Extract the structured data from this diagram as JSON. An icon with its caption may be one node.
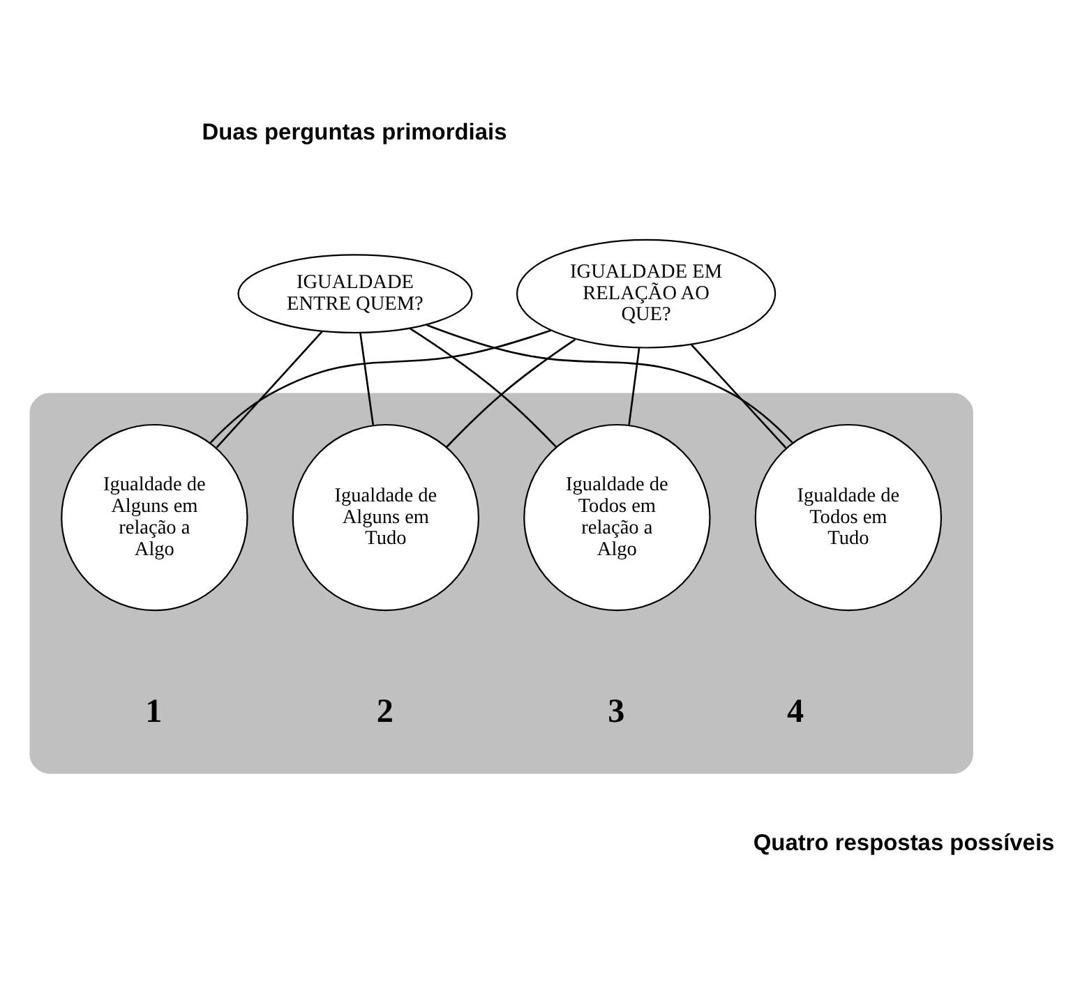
{
  "diagram": {
    "nodes": [
      {
        "text": [
          "IGUALDADE ENTRE QUEM?"
        ]
      },
      {
        "text": [
          "IGUALDADE EM RELAÇÃO AO QUE?"
        ]
      },
      {
        "text": [],
        "shape": "ellipse"
      },
      {
        "text": [
          "Igualdade de Alguns em relação a Algo"
        ],
        "in": 2,
        "beside": [
          "1"
        ]
      },
      {
        "text": [
          "Igualdade de Alguns em Tudo"
        ],
        "in": 2,
        "beside": [
          "2"
        ]
      },
      {
        "text": [
          "Igualdade de Todos em relação a Algo"
        ],
        "in": 2,
        "beside": [
          "3"
        ]
      },
      {
        "text": [
          "Igualdade de Todos em Tudo"
        ],
        "in": 2,
        "beside": [
          "4"
        ]
      }
    ],
    "edges": [
      {
        "from": 0,
        "to": 3,
        "arrow": "none"
      },
      {
        "from": 0,
        "to": 4,
        "arrow": "none"
      },
      {
        "from": 0,
        "to": 5,
        "arrow": "none"
      },
      {
        "from": 0,
        "to": 6,
        "arrow": "none"
      },
      {
        "from": 1,
        "to": 3,
        "arrow": "none"
      },
      {
        "from": 1,
        "to": 4,
        "arrow": "none"
      },
      {
        "from": 1,
        "to": 5,
        "arrow": "none"
      },
      {
        "from": 1,
        "to": 6,
        "arrow": "none"
      }
    ],
    "labels": [
      "Duas perguntas primordiais",
      "Quatro respostas possíveis"
    ]
  }
}
